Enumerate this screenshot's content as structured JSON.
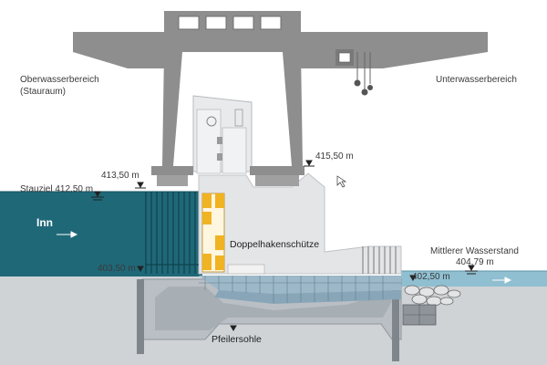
{
  "labels": {
    "upstream_area": "Oberwasserbereich",
    "upstream_sub": "(Stauraum)",
    "downstream_area": "Unterwasserbereich",
    "river": "Inn",
    "stauziel": "Stauziel 412,50 m",
    "level_413": "413,50 m",
    "level_415": "415,50 m",
    "level_403": "403,50 m",
    "level_402": "402,50 m",
    "gate": "Doppelhakenschütze",
    "mid_water": "Mittlerer Wasserstand",
    "mid_water_value": "404,79 m",
    "foundation": "Pfeilersohle"
  },
  "colors": {
    "crane": "#8e8e8e",
    "water": "#1f6878",
    "water_down": "#8fbfd0",
    "concrete": "#e4e5e7",
    "ground": "#cfd3d6",
    "gate": "#f0b323",
    "blocks": "#9db8c8"
  }
}
